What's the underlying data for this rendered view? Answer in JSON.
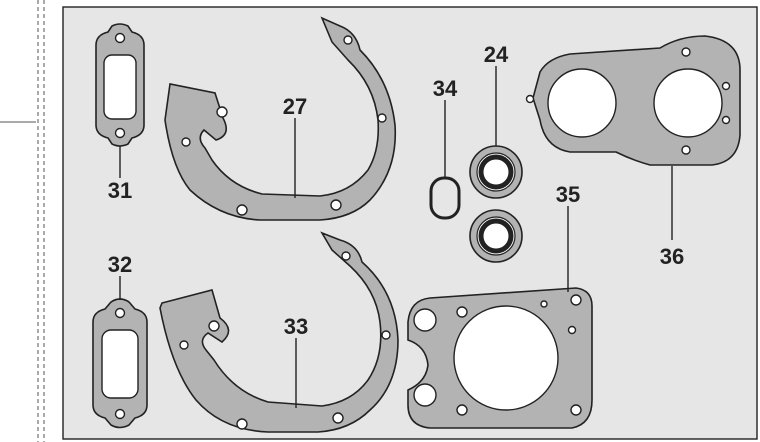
{
  "parts": [
    {
      "id": "gasket-31",
      "label": "31"
    },
    {
      "id": "gasket-27",
      "label": "27"
    },
    {
      "id": "oring-34",
      "label": "34"
    },
    {
      "id": "seal-24",
      "label": "24"
    },
    {
      "id": "gasket-36",
      "label": "36"
    },
    {
      "id": "gasket-32",
      "label": "32"
    },
    {
      "id": "gasket-33",
      "label": "33"
    },
    {
      "id": "gasket-35",
      "label": "35"
    }
  ],
  "colors": {
    "panel": "#e6e6e6",
    "gasket": "#b3b3b3",
    "outline": "#222222",
    "page": "#ffffff"
  }
}
